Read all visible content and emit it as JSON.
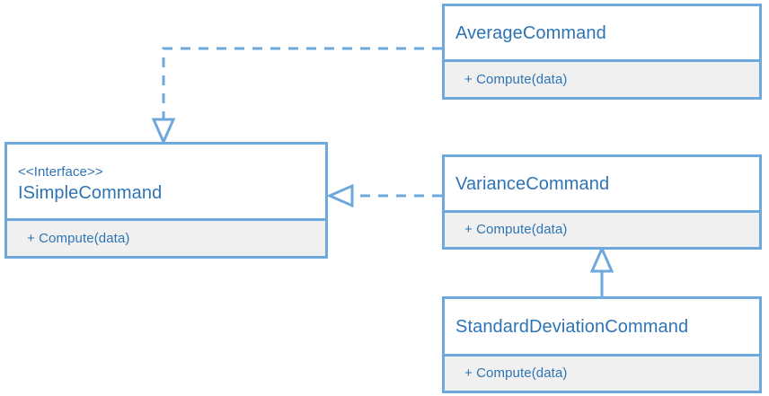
{
  "diagram": {
    "type": "uml-class-diagram",
    "title": "",
    "colors": {
      "border": "#6FA8DC",
      "text": "#2E74B5",
      "header_fill": "#FFFFFF",
      "compartment_fill": "#F0F0F0",
      "edge": "#6FA8DC",
      "canvas": "#FFFFFF"
    },
    "nodes": [
      {
        "id": "average",
        "stereotype": "",
        "name": "AverageCommand",
        "members": [
          "+ Compute(data)"
        ]
      },
      {
        "id": "interface",
        "stereotype": "<<Interface>>",
        "name": "ISimpleCommand",
        "members": [
          "+ Compute(data)"
        ]
      },
      {
        "id": "variance",
        "stereotype": "",
        "name": "VarianceCommand",
        "members": [
          "+ Compute(data)"
        ]
      },
      {
        "id": "stddev",
        "stereotype": "",
        "name": "StandardDeviationCommand",
        "members": [
          "+ Compute(data)"
        ]
      }
    ],
    "edges": [
      {
        "id": "average-realizes-interface",
        "kind": "realization",
        "line": "dashed",
        "arrowhead": "hollow-triangle",
        "from": "AverageCommand",
        "to": "ISimpleCommand",
        "label": ""
      },
      {
        "id": "variance-realizes-interface",
        "kind": "realization",
        "line": "dashed",
        "arrowhead": "hollow-triangle",
        "from": "VarianceCommand",
        "to": "ISimpleCommand",
        "label": ""
      },
      {
        "id": "stddev-extends-variance",
        "kind": "generalization",
        "line": "solid",
        "arrowhead": "hollow-triangle",
        "from": "StandardDeviationCommand",
        "to": "VarianceCommand",
        "label": ""
      }
    ]
  }
}
